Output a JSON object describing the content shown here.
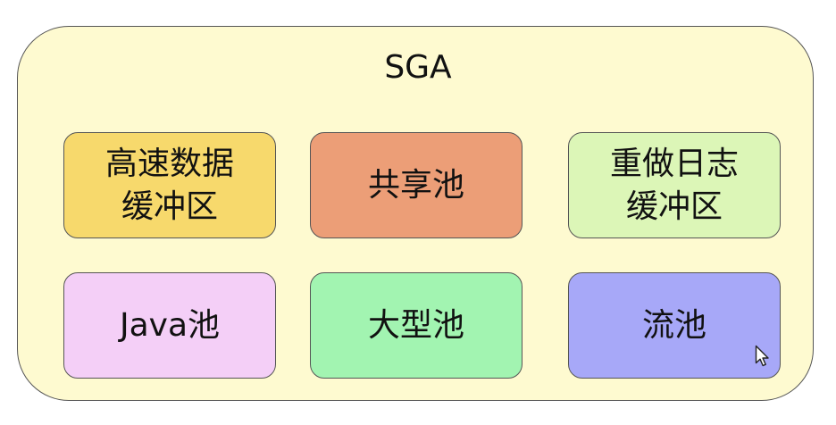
{
  "diagram": {
    "title": "SGA",
    "container_color": "#fefad0",
    "pools": [
      {
        "label": "高速数据\n缓冲区",
        "color": "#f7d96c"
      },
      {
        "label": "共享池",
        "color": "#ec9e77"
      },
      {
        "label": "重做日志\n缓冲区",
        "color": "#dcf6b7"
      },
      {
        "label": "Java池",
        "color": "#f4cff7"
      },
      {
        "label": "大型池",
        "color": "#a2f4b1"
      },
      {
        "label": "流池",
        "color": "#a7a8f8"
      }
    ]
  },
  "cursor": {
    "icon": "mouse-pointer-icon"
  }
}
